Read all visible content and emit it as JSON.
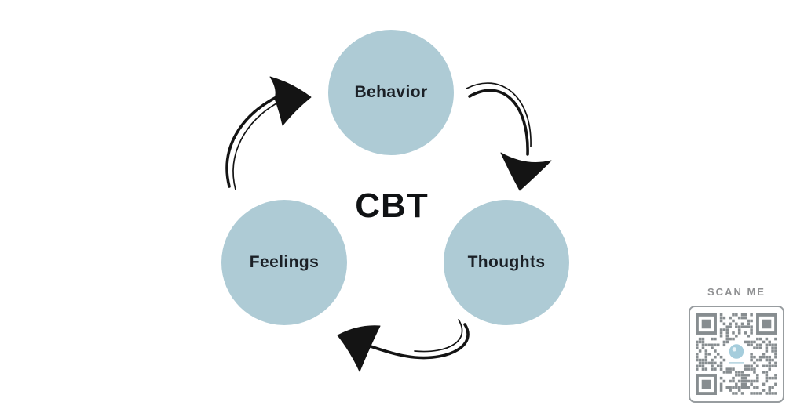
{
  "diagram": {
    "center_label": "CBT",
    "nodes": [
      {
        "id": "behavior",
        "label": "Behavior"
      },
      {
        "id": "feelings",
        "label": "Feelings"
      },
      {
        "id": "thoughts",
        "label": "Thoughts"
      }
    ],
    "arrows": [
      {
        "id": "feelings-to-behavior",
        "from": "Feelings",
        "to": "Behavior",
        "direction": "up-right"
      },
      {
        "id": "behavior-to-thoughts",
        "from": "Behavior",
        "to": "Thoughts",
        "direction": "down-right"
      },
      {
        "id": "thoughts-to-feelings",
        "from": "Thoughts",
        "to": "Feelings",
        "direction": "left"
      }
    ]
  },
  "qr": {
    "label": "SCAN ME"
  },
  "colors": {
    "background": "#ffffff",
    "circle_fill": "#aecbd5",
    "node_text": "#1b2026",
    "center_text": "#101214",
    "arrow_ink": "#141414",
    "scan_me_text": "#8f9092",
    "qr_border": "#989da0",
    "qr_module": "#878d90",
    "qr_logo": "#a5cddc"
  }
}
